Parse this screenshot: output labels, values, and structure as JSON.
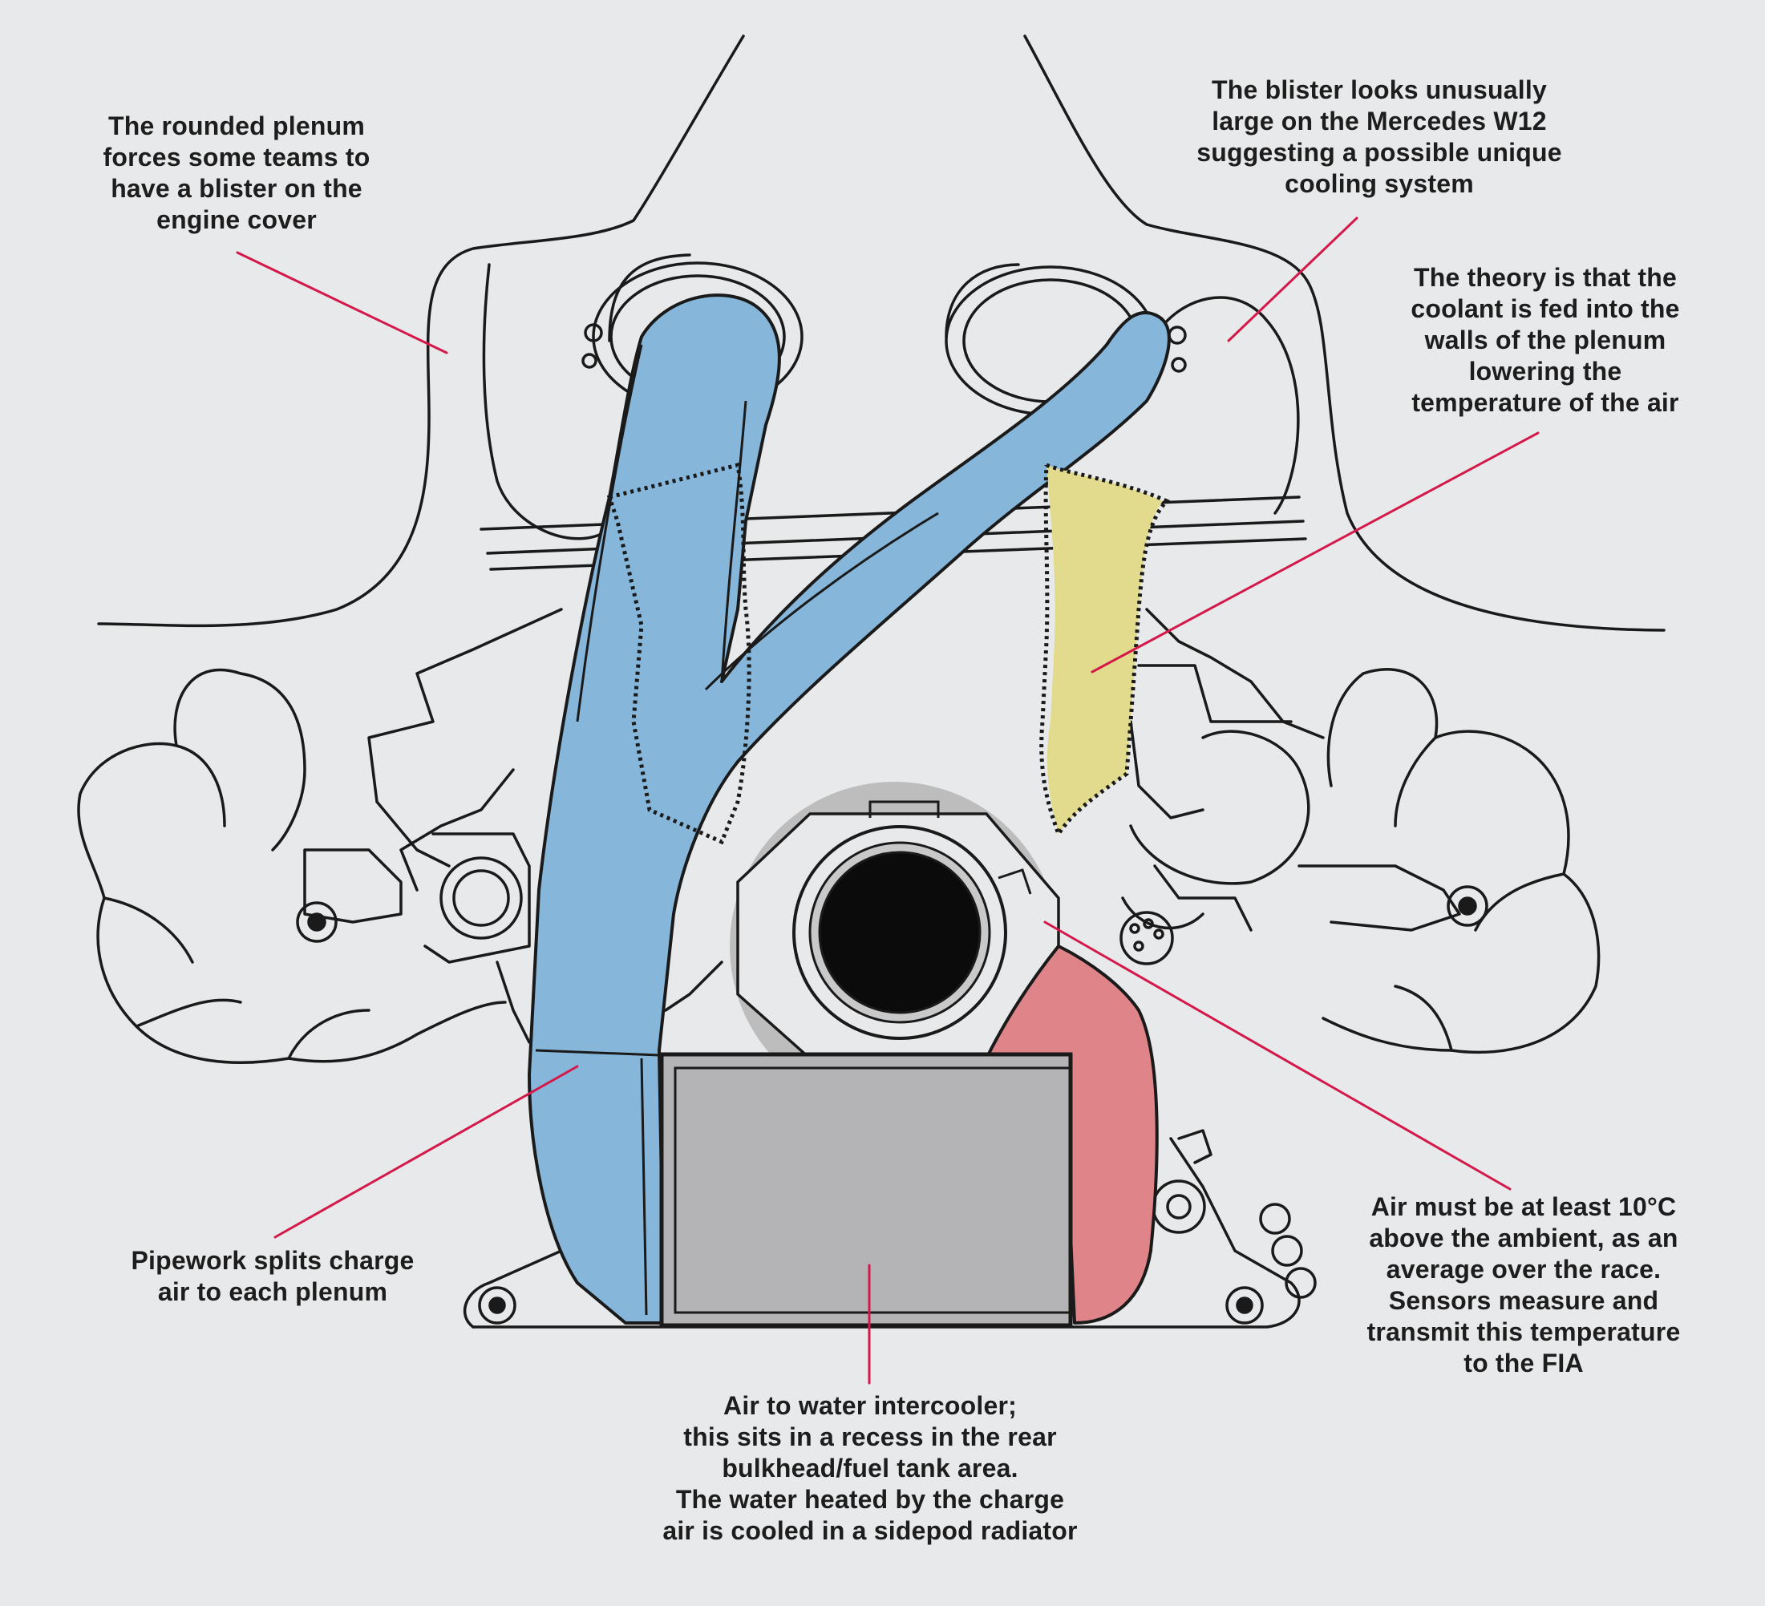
{
  "colors": {
    "background": "#e8e9ea",
    "ink": "#1a1a1a",
    "leader_line": "#d4184a",
    "pipework_blue": "#86b6d9",
    "coolant_yellow": "#e2db8d",
    "hot_pipe_red": "#df858a",
    "intercooler_grey": "#b4b4b6",
    "shadow_grey": "#bdbdbe",
    "turbo_inlet_black": "#0b0b0c"
  },
  "icons": {
    "engine": "engine-illustration",
    "turbo": "turbo-inlet-icon",
    "intercooler": "intercooler-icon"
  },
  "callouts": {
    "plenum_blister": {
      "lines": [
        "The rounded plenum",
        "forces some teams to",
        "have a blister on the",
        "engine cover"
      ]
    },
    "mercedes_blister": {
      "lines": [
        "The blister looks unusually",
        "large on the Mercedes W12",
        "suggesting a possible unique",
        "cooling system"
      ]
    },
    "coolant_theory": {
      "lines": [
        "The theory is that the",
        "coolant is fed into the",
        "walls of the plenum",
        "lowering the",
        "temperature of the air"
      ]
    },
    "pipework": {
      "lines": [
        "Pipework splits charge",
        "air to each plenum"
      ]
    },
    "intercooler": {
      "lines": [
        "Air to water intercooler;",
        "this sits in a recess in the rear",
        "bulkhead/fuel tank area.",
        "The water heated by the charge",
        "air is cooled in a sidepod radiator"
      ]
    },
    "air_temperature": {
      "lines": [
        "Air must be at least 10°C",
        "above the ambient, as an",
        "average over the race.",
        "Sensors measure and",
        "transmit this temperature",
        "to the FIA"
      ]
    }
  }
}
